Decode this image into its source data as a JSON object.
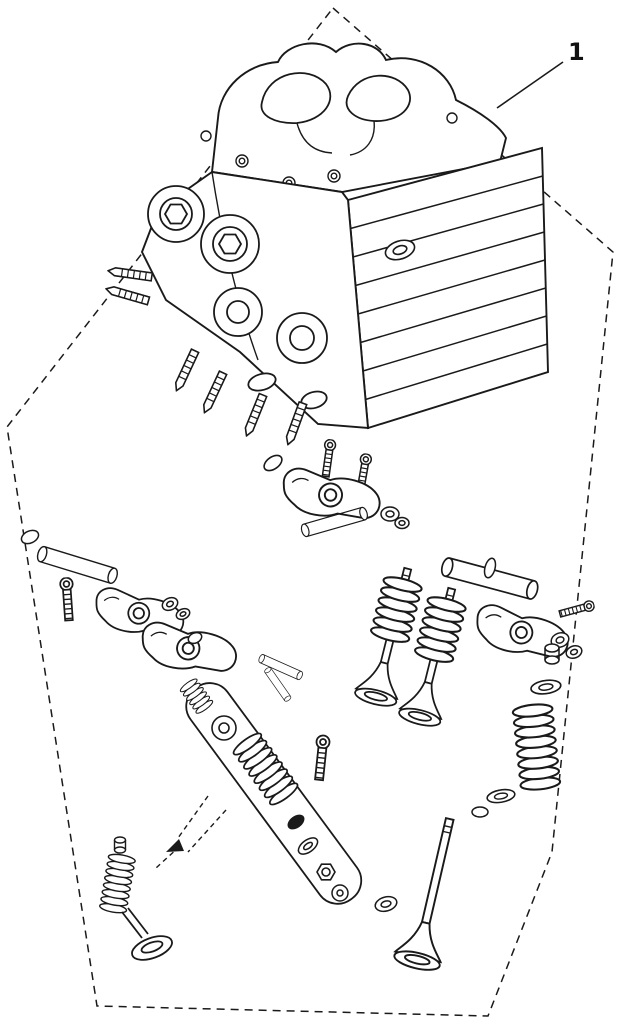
{
  "figure": {
    "callout_label": "1"
  },
  "style": {
    "line_color": "#1a1a1a",
    "background_color": "#ffffff",
    "border_style": "dashed-polygon"
  },
  "parts_semantics": [
    "cylinder-head-assembly",
    "rocker-arms",
    "rocker-shafts",
    "adjuster-screws",
    "valves",
    "valve-springs",
    "spring-retainers",
    "washers",
    "o-rings",
    "head-studs"
  ]
}
